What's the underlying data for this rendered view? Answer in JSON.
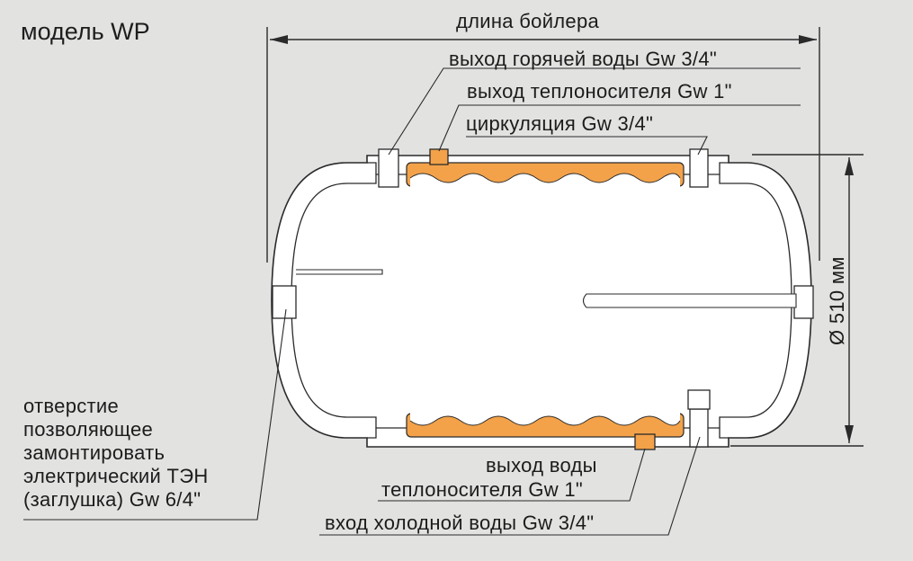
{
  "title": "модель WP",
  "labels": {
    "length": "длина бойлера",
    "hot_water_out": "выход горячей воды Gw 3/4\"",
    "heat_carrier_out": "выход теплоносителя Gw 1\"",
    "circulation": "циркуляция Gw 3/4\"",
    "heat_carrier_return_line1": "выход воды",
    "heat_carrier_return_line2": "теплоносителя Gw 1\"",
    "cold_water_in": "вход холодной воды Gw 3/4\"",
    "heater_opening": [
      "отверстие",
      "позволяющее",
      "замонтировать",
      "электрический ТЭН",
      "(заглушка) Gw 6/4\""
    ],
    "diameter": "Ø 510 мм"
  },
  "colors": {
    "background": "#e2e2e1",
    "tank_fill": "#ffffff",
    "outline": "#2a2a2a",
    "coil_fill": "#f3a24a",
    "coil_wave": "#ffffff",
    "pipe_fill": "#ffffff"
  }
}
